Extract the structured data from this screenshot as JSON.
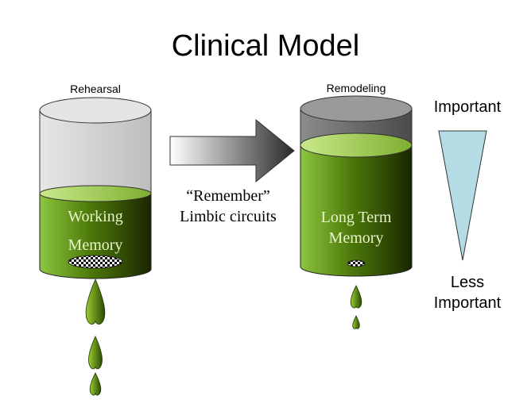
{
  "title": "Clinical Model",
  "left_cylinder": {
    "label": "Rehearsal",
    "text_line1": "Working",
    "text_line2": "Memory"
  },
  "arrow": {
    "line1": "“Remember”",
    "line2": "Limbic circuits"
  },
  "right_cylinder": {
    "label": "Remodeling",
    "text_line1": "Long Term",
    "text_line2": "Memory"
  },
  "scale": {
    "top_label": "Important",
    "bottom_line1": "Less",
    "bottom_line2": "Important"
  },
  "colors": {
    "green_light": "#9acd32",
    "green_dark": "#1e2a00",
    "glass": "#d9d9d9",
    "triangle": "#b4dce4"
  }
}
